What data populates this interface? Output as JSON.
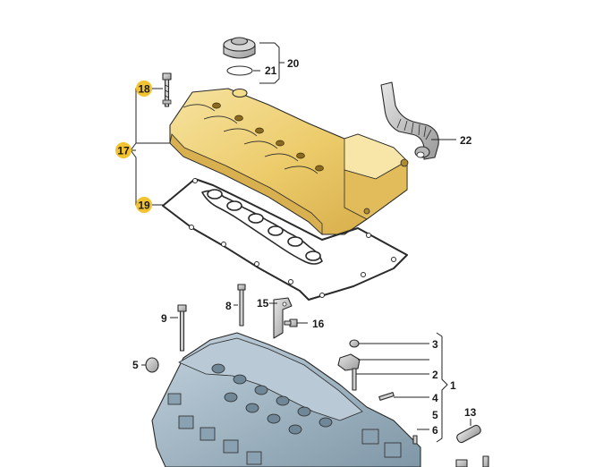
{
  "callouts": {
    "c1": "1",
    "c2": "2",
    "c3": "3",
    "c4": "4",
    "c5": "5",
    "c5b": "5",
    "c6": "6",
    "c8": "8",
    "c9": "9",
    "c13": "13",
    "c15": "15",
    "c16": "16",
    "c17": "17",
    "c18": "18",
    "c19": "19",
    "c20": "20",
    "c21": "21",
    "c22": "22"
  },
  "colors": {
    "highlight_badge": "#f2c230",
    "cover_gold": "#f0d27a",
    "cover_shadow": "#d9b24e",
    "head_blue": "#9fb4c3",
    "head_dark": "#6f8797",
    "line": "#222222"
  }
}
